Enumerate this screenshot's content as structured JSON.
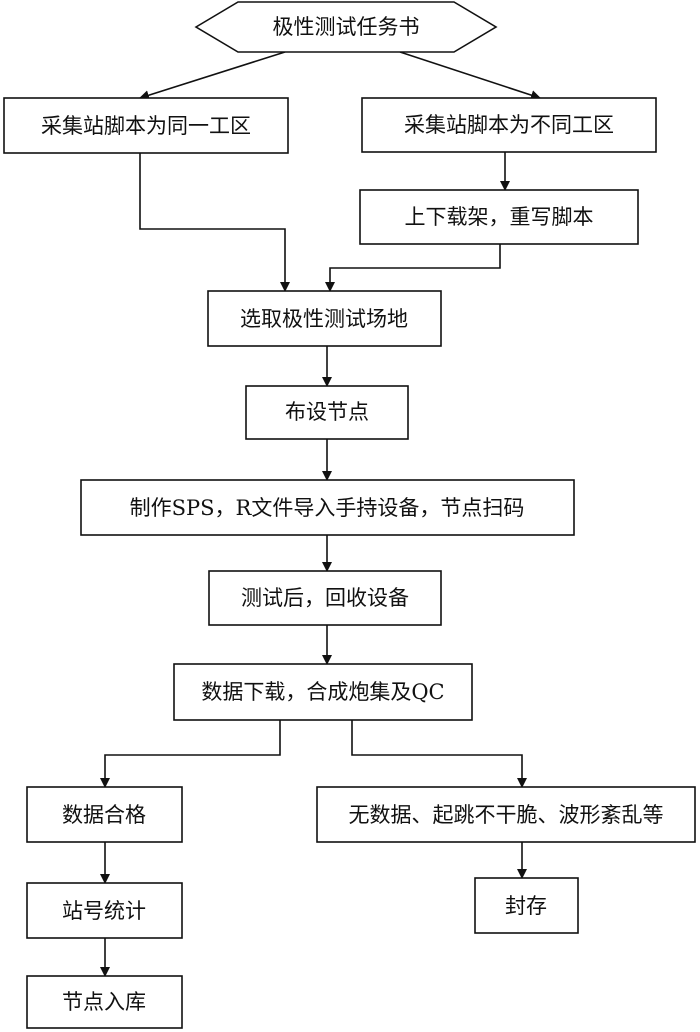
{
  "nodes": {
    "start": "极性测试任务书",
    "same_script": "采集站脚本为同一工区",
    "diff_script": "采集站脚本为不同工区",
    "reload": "上下载架，重写脚本",
    "select_site": "选取极性测试场地",
    "layout_nodes": "布设节点",
    "make_sps": "制作SPS，R文件导入手持设备，节点扫码",
    "recover": "测试后，回收设备",
    "download": "数据下载，合成炮集及QC",
    "qualified": "数据合格",
    "unqualified": "无数据、起跳不干脆、波形紊乱等",
    "station_stats": "站号统计",
    "storage": "节点入库",
    "sealed": "封存"
  }
}
